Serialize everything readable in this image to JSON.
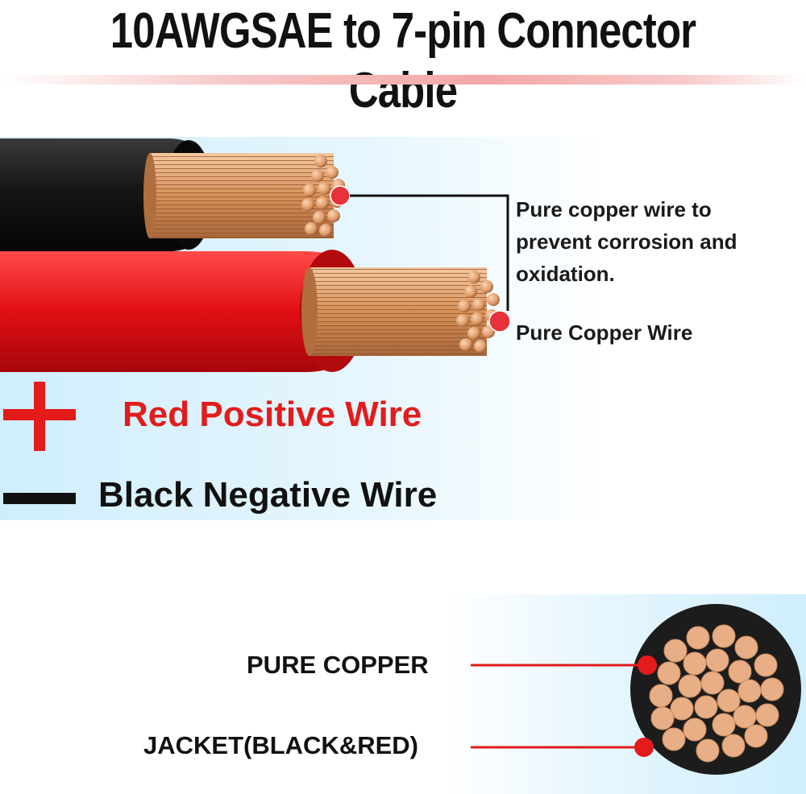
{
  "title": "10AWGSAE to 7-pin Connector Cable",
  "notes": {
    "corrosion": "Pure copper wire to prevent corrosion and oxidation.",
    "pure_copper_wire": "Pure Copper Wire"
  },
  "legend": {
    "positive_symbol": "+",
    "positive_label": "Red Positive Wire",
    "negative_symbol": "—",
    "negative_label": "Black Negative Wire"
  },
  "cross_section": {
    "copper_label": "PURE COPPER",
    "jacket_label": "JACKET(BLACK&RED)"
  },
  "colors": {
    "accent_red": "#e31b1b",
    "copper": "#e2a46e",
    "jacket_black": "#1b1b1b",
    "panel_blue": "#cfeefd"
  }
}
